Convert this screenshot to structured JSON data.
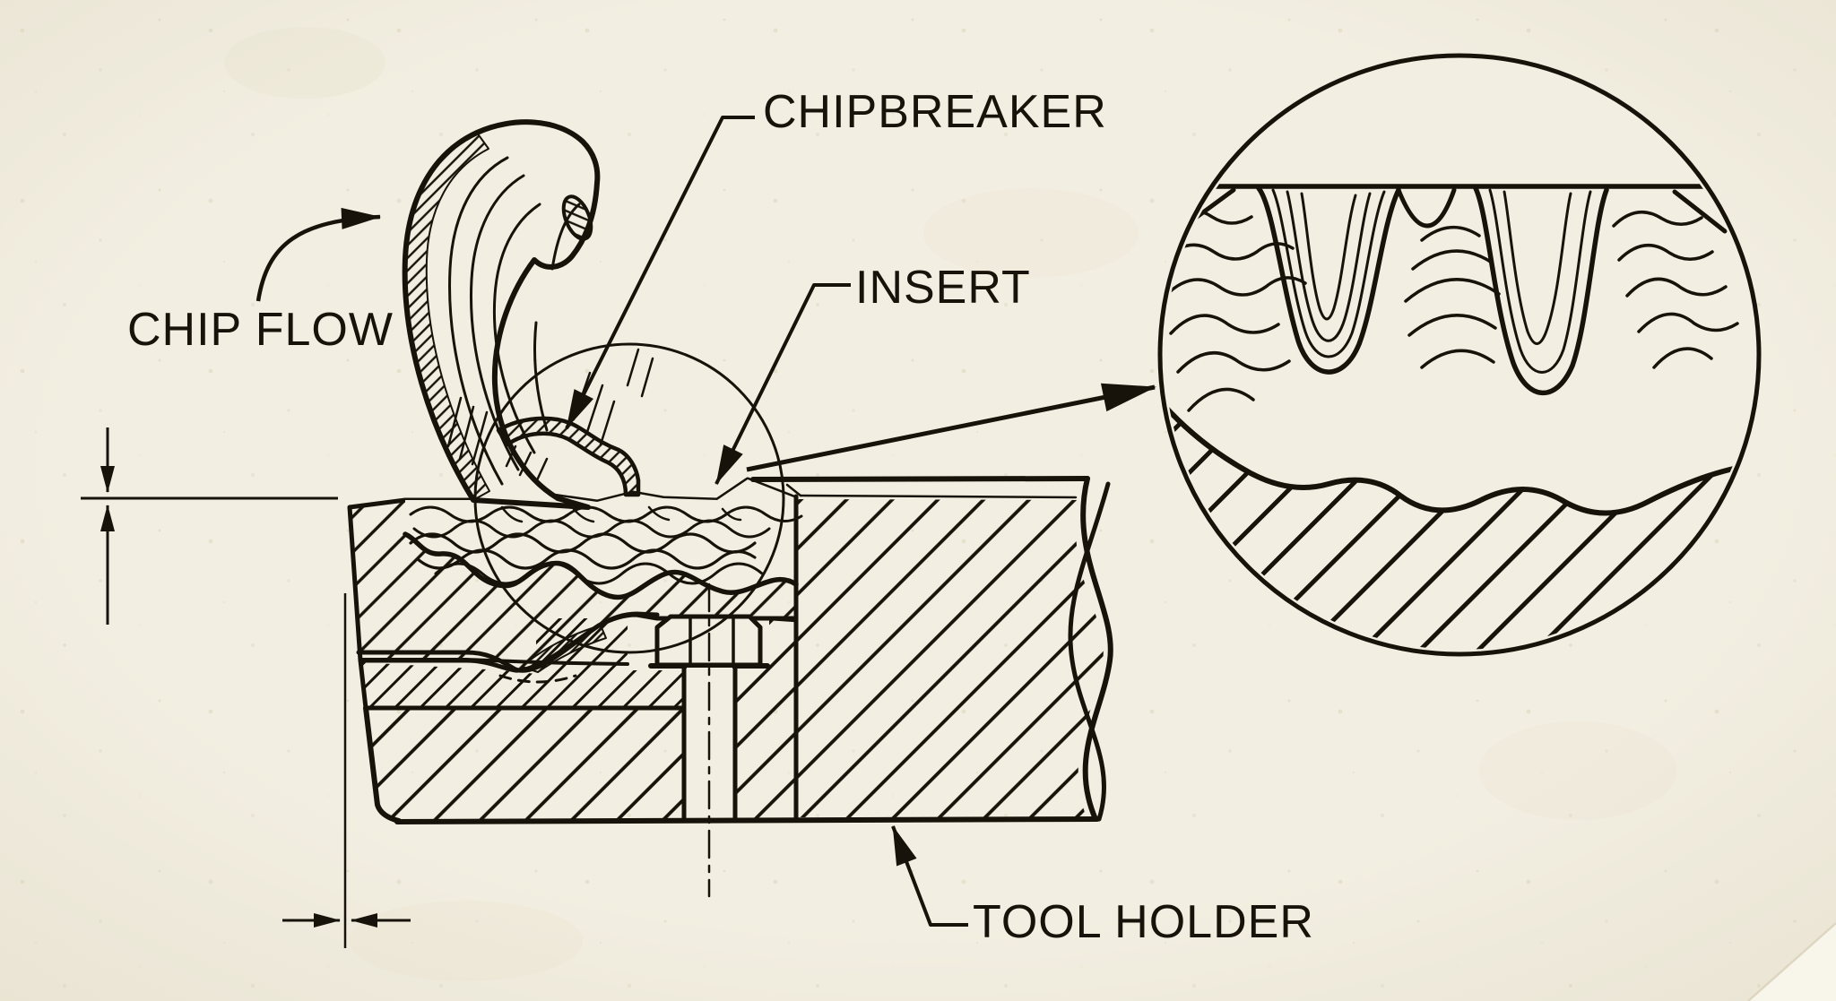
{
  "title": "Chipbreaker cutting-tool cross-section illustration",
  "colors": {
    "paper": "#f2eee1",
    "ink": "#17130b"
  },
  "labels": {
    "chipbreaker": "CHIPBREAKER",
    "insert": "INSERT",
    "chip_flow": "CHIP FLOW",
    "tool_holder": "TOOL HOLDER"
  },
  "callouts": [
    {
      "label": "CHIPBREAKER",
      "target": "chipbreaker-groove-surface"
    },
    {
      "label": "INSERT",
      "target": "insert-top-edge"
    },
    {
      "label": "CHIP FLOW",
      "target": "curling-chip"
    },
    {
      "label": "TOOL HOLDER",
      "target": "tool-holder-body"
    }
  ],
  "detail_view": {
    "type": "magnified-circle",
    "shows": "chipbreaker-serrated-surface"
  }
}
